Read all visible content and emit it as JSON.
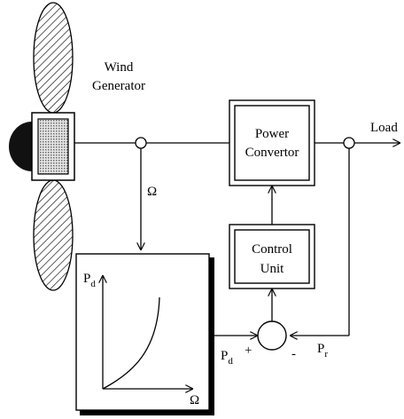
{
  "labels": {
    "wind_line1": "Wind",
    "wind_line2": "Generator",
    "load": "Load",
    "power_line1": "Power",
    "power_line2": "Convertor",
    "control_line1": "Control",
    "control_line2": "Unit",
    "omega": "Ω",
    "axis_x": "Ω",
    "axis_y_main": "P",
    "axis_y_sub": "d",
    "pd_main": "P",
    "pd_sub": "d",
    "pd_sign": "+",
    "pr_main": "P",
    "pr_sub": "r",
    "pr_sign": "-"
  },
  "colors": {
    "ink": "#000000",
    "background": "#ffffff",
    "generator_fill": "#c8c8c8",
    "hub": "#111111"
  },
  "icons": {
    "blade": "hatched-blade",
    "generator": "generator-box",
    "summing_junction": "summing-junction-circle"
  }
}
